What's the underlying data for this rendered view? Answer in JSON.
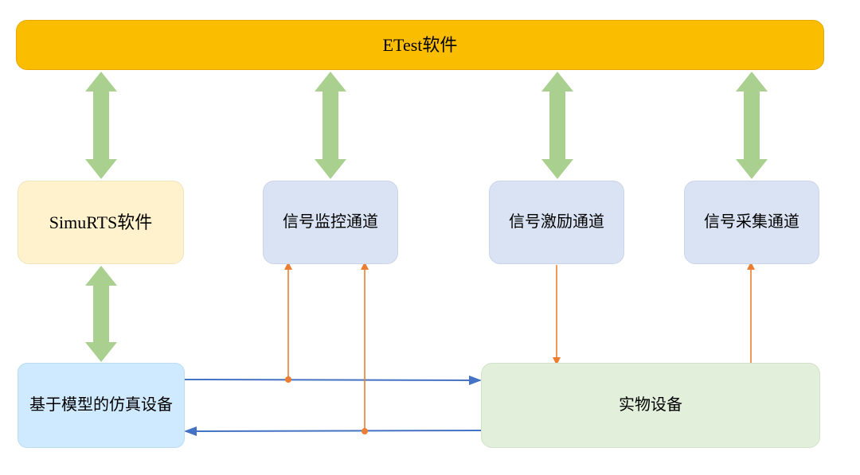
{
  "nodes": {
    "etest": "ETest软件",
    "simurts": "SimuRTS软件",
    "monitor_channel": "信号监控通道",
    "stimulus_channel": "信号激励通道",
    "acquisition_channel": "信号采集通道",
    "model_sim_device": "基于模型的仿真设备",
    "physical_device": "实物设备"
  },
  "colors": {
    "etest_bar": "#fbbd00",
    "simurts_box": "#fff2cc",
    "channel_box": "#dae3f3",
    "model_box": "#cfeaff",
    "physical_box": "#e2efda",
    "double_arrow": "#a9d08e",
    "signal_arrow": "#ed7d31",
    "data_arrow": "#4472c4"
  }
}
